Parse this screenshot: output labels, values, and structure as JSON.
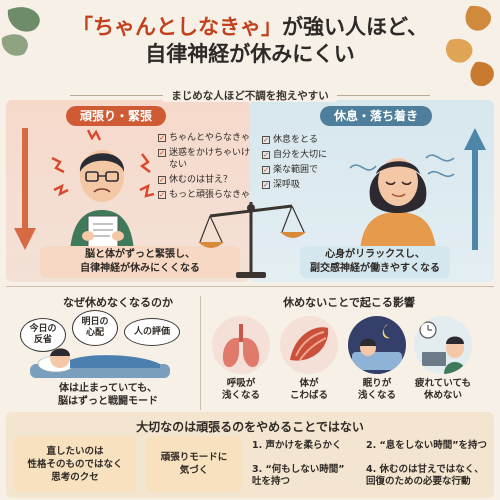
{
  "title": {
    "line1_quote": "「ちゃんとしなきゃ」",
    "line1_rest": "が強い人ほど、",
    "line2": "自律神経が休みにくい"
  },
  "subtitle": "まじめな人ほど不調を抱えやすい",
  "left_panel": {
    "label": "頑張り・緊張",
    "checks": [
      "ちゃんとやらなきゃ",
      "迷惑をかけちゃいけない",
      "休むのは甘え？",
      "もっと頑張らなきゃ"
    ],
    "caption_line1": "脳と体がずっと緊張し、",
    "caption_line2": "自律神経が休みにくくなる"
  },
  "right_panel": {
    "label": "休息・落ち着き",
    "checks": [
      "休息をとる",
      "自分を大切に",
      "楽な範囲で",
      "深呼吸"
    ],
    "caption_line1": "心身がリラックスし、",
    "caption_line2": "副交感神経が働きやすくなる"
  },
  "why_section": {
    "heading": "なぜ休めなくなるのか",
    "bubbles": [
      "今日の反省",
      "明日の心配",
      "人の評価"
    ],
    "caption_line1": "体は止まっていても、",
    "caption_line2": "脳はずっと戦闘モード"
  },
  "effects_section": {
    "heading": "休めないことで起こる影響",
    "effects": [
      {
        "line1": "呼吸が",
        "line2": "浅くなる",
        "icon": "lungs-icon"
      },
      {
        "line1": "体が",
        "line2": "こわばる",
        "icon": "muscle-icon"
      },
      {
        "line1": "眠りが",
        "line2": "浅くなる",
        "icon": "sleep-icon"
      },
      {
        "line1": "疲れていても",
        "line2": "休めない",
        "icon": "tired-worker-icon"
      }
    ]
  },
  "bottom": {
    "title": "大切なのは頑張るのをやめることではない",
    "box1_line1": "直したいのは",
    "box1_line2": "性格そのものではなく",
    "box1_line3": "思考のクセ",
    "box2_line1": "頑張りモードに",
    "box2_line2": "気づく",
    "tips": [
      {
        "line1": "1. 声かけを柔らかく",
        "line2": ""
      },
      {
        "line1": "2. “息をしない時間”を持つ",
        "line2": ""
      },
      {
        "line1": "3. “何もしない時間”",
        "line2": "吐を持つ"
      },
      {
        "line1": "4. 休むのは甘えではなく、",
        "line2": "回復のための必要な行動"
      }
    ]
  },
  "colors": {
    "accent_red": "#cf5b35",
    "accent_blue": "#4d7f9c",
    "background": "#f6f0e6"
  }
}
